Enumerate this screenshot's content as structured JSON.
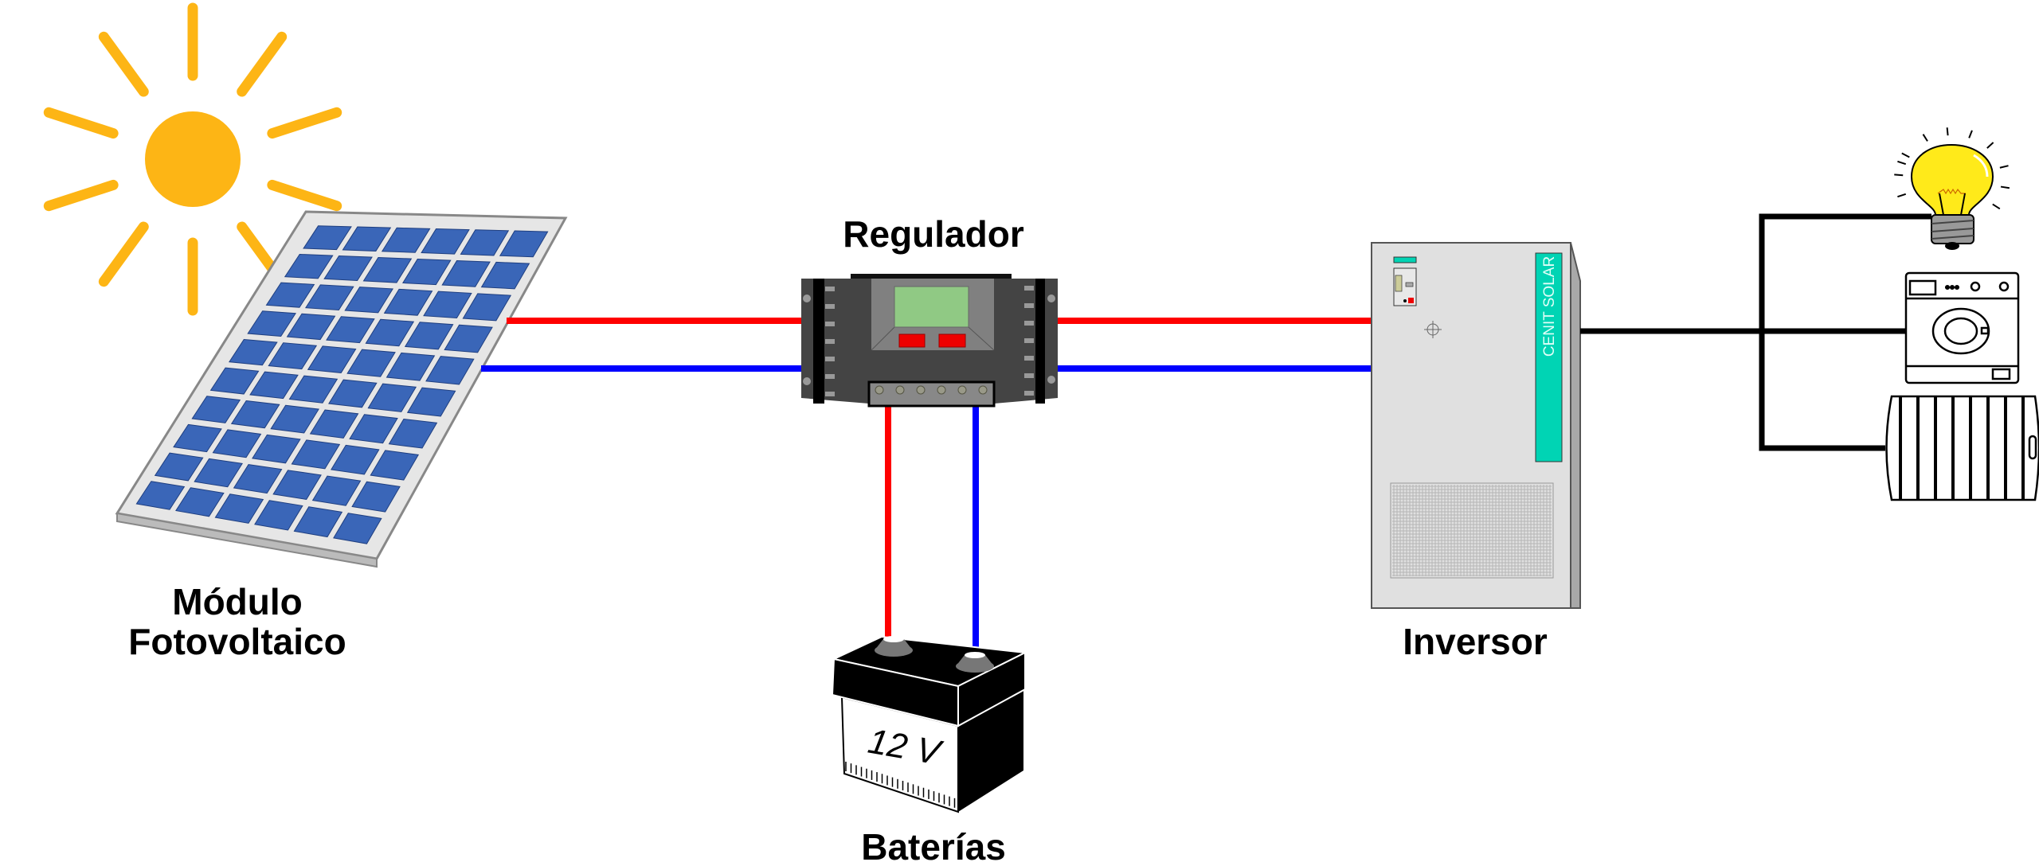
{
  "labels": {
    "module_line1": "Módulo",
    "module_line2": "Fotovoltaico",
    "regulator": "Regulador",
    "batteries": "Baterías",
    "inverter": "Inversor",
    "battery_voltage": "12 V",
    "inverter_brand": "CENIT SOLAR"
  },
  "colors": {
    "positive_wire": "#ff0000",
    "negative_wire": "#0000ff",
    "ac_wire": "#000000",
    "sun": "#fdb515",
    "panel_cells": "#3a66b8",
    "inverter_accent": "#00d4b4",
    "lcd": "#90c984"
  },
  "panel": {
    "columns": 6,
    "rows": 10
  },
  "icons": [
    "sun-icon",
    "solar-panel-icon",
    "charge-regulator-icon",
    "battery-icon",
    "inverter-icon",
    "light-bulb-icon",
    "washing-machine-icon",
    "radiator-icon"
  ]
}
